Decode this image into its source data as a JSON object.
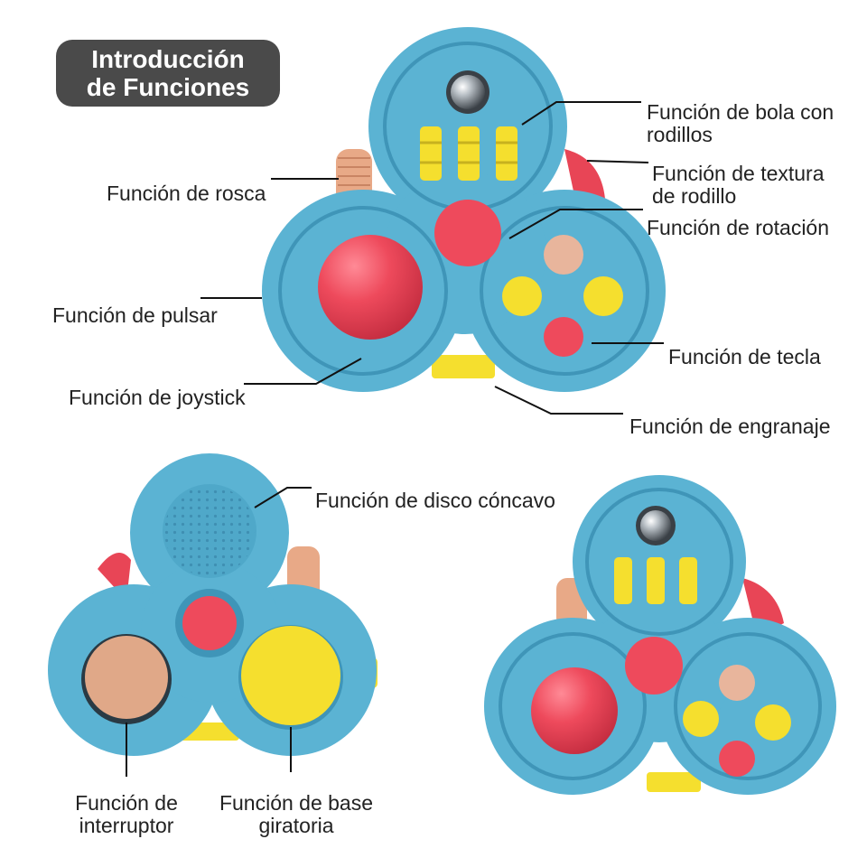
{
  "title": {
    "line1": "Introducción",
    "line2": "de Funciones"
  },
  "labels": {
    "bola_line1": "Función de bola con",
    "bola_line2": "rodillos",
    "textura_line1": "Función de textura",
    "textura_line2": "de rodillo",
    "rotacion": "Función de rotación",
    "rosca": "Función de rosca",
    "pulsar": "Función de pulsar",
    "tecla": "Función de tecla",
    "joystick": "Función de joystick",
    "engranaje": "Función de engranaje",
    "disco": "Función de disco cóncavo",
    "interruptor_line1": "Función de",
    "interruptor_line2": "interruptor",
    "base_line1": "Función de base",
    "base_line2": "giratoria"
  },
  "colors": {
    "body": "#5bb3d3",
    "body_shadow": "#3f95b8",
    "red": "#ee4a5c",
    "yellow": "#f5df2e",
    "peach": "#e8b59c",
    "tan": "#e8a987",
    "ball": "#8f969c"
  }
}
